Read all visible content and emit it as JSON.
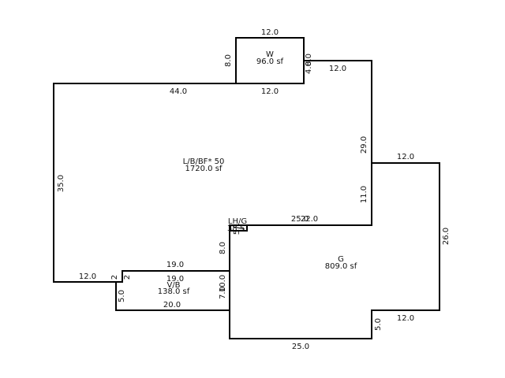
{
  "rooms": {
    "w": {
      "name": "W",
      "area": "96.0 sf"
    },
    "lb": {
      "name": "L/B/BF* 50",
      "area": "1720.0 sf"
    },
    "g": {
      "name": "G",
      "area": "809.0 sf"
    },
    "vb": {
      "name": "V/B",
      "area": "138.0 sf"
    },
    "lh": {
      "name": "LH/G",
      "area": "38.5"
    }
  },
  "dims": {
    "w_top": "12.0",
    "w_left": "8.0",
    "w_right": "4.0",
    "w_right_b": "8.0",
    "w_bottom": "12.0",
    "lb_top_left": "44.0",
    "lb_top_right": "12.0",
    "lb_left": "35.0",
    "lb_right_upper": "29.0",
    "lb_right_lower": "11.0",
    "lb_bottom_join": "25.0",
    "lb_bottom_join_b": "22.0",
    "lb_bottom_left": "12.0",
    "lb_step_a": "2",
    "lb_step_b": "2",
    "g_top_right": "12.0",
    "g_right": "26.0",
    "g_bottom_right": "12.0",
    "g_notch": "5.0",
    "g_bottom": "25.0",
    "g_left": "8.0",
    "vb_top_out": "19.0",
    "vb_top_in": "19.0",
    "vb_left": "5.0",
    "vb_bottom": "20.0",
    "vb_right": "7.0",
    "vb_right_b": "10.0",
    "lh_small": "5"
  }
}
